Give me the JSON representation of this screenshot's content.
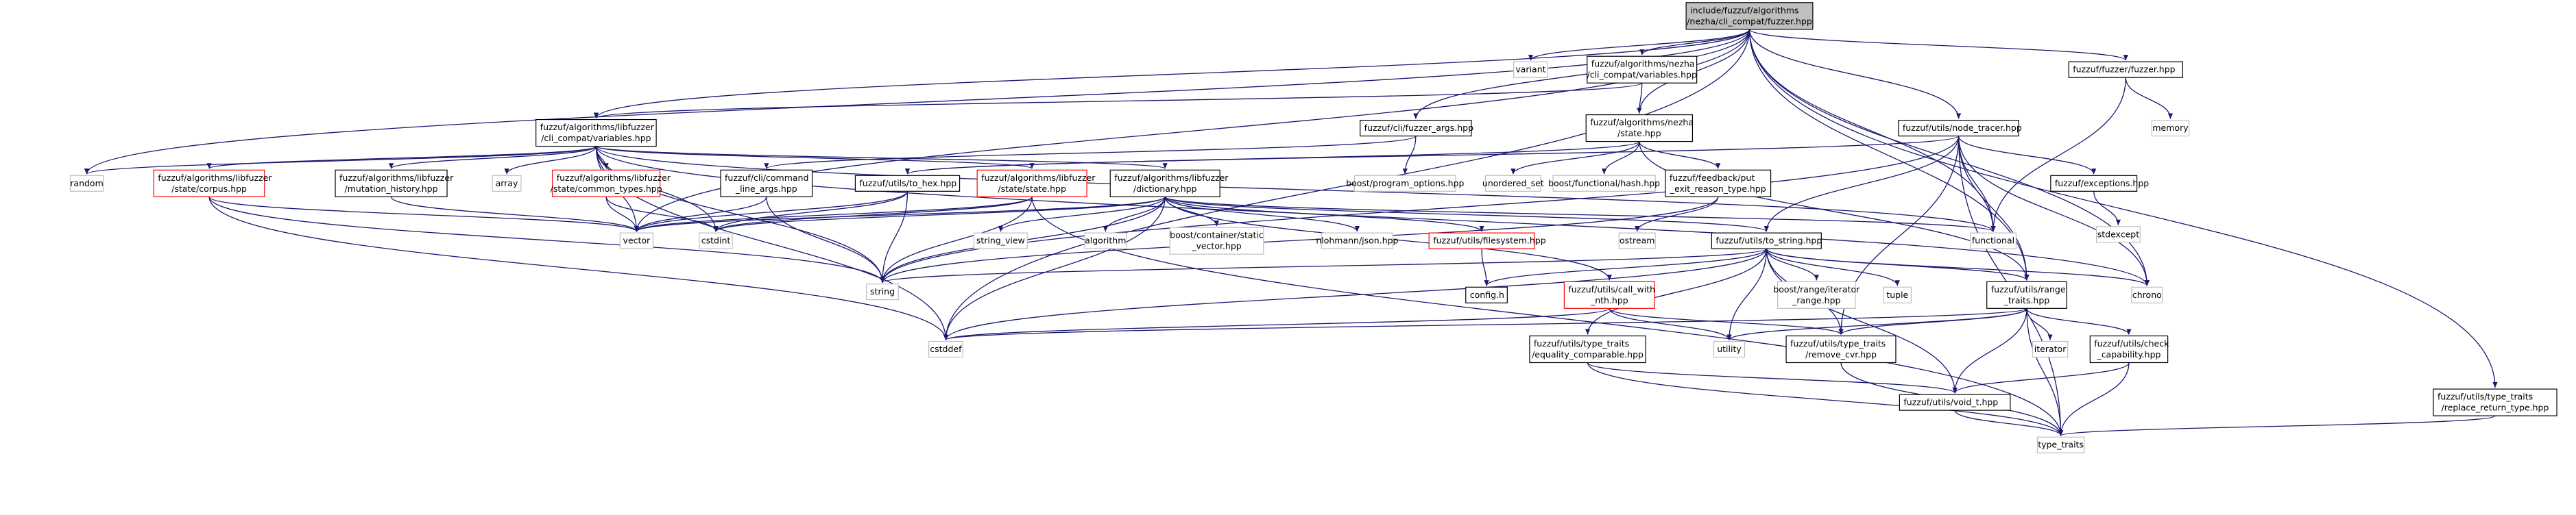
{
  "colors": {
    "edge": "#191970",
    "root_fill": "#bfbfbf",
    "node_border": "#000000",
    "external_border": "#bfbfbf",
    "undocumented_border": "#ff0000"
  },
  "nodes": {
    "root": {
      "label": [
        "include/fuzzuf/algorithms",
        "/nezha/cli_compat/fuzzer.hpp"
      ],
      "kind": "root"
    },
    "nezha_vars": {
      "label": [
        "fuzzuf/algorithms/nezha",
        "/cli_compat/variables.hpp"
      ],
      "kind": "doc"
    },
    "variant": {
      "label": [
        "variant"
      ],
      "kind": "ext"
    },
    "fuzzer_hpp": {
      "label": [
        "fuzzuf/fuzzer/fuzzer.hpp"
      ],
      "kind": "doc"
    },
    "memory": {
      "label": [
        "memory"
      ],
      "kind": "ext"
    },
    "lf_vars": {
      "label": [
        "fuzzuf/algorithms/libfuzzer",
        "/cli_compat/variables.hpp"
      ],
      "kind": "doc"
    },
    "fuzzer_args": {
      "label": [
        "fuzzuf/cli/fuzzer_args.hpp"
      ],
      "kind": "doc"
    },
    "nezha_state": {
      "label": [
        "fuzzuf/algorithms/nezha",
        "/state.hpp"
      ],
      "kind": "doc"
    },
    "node_tracer": {
      "label": [
        "fuzzuf/utils/node_tracer.hpp"
      ],
      "kind": "doc"
    },
    "random": {
      "label": [
        "random"
      ],
      "kind": "ext"
    },
    "lf_corpus": {
      "label": [
        "fuzzuf/algorithms/libfuzzer",
        "/state/corpus.hpp"
      ],
      "kind": "undoc"
    },
    "lf_mut_hist": {
      "label": [
        "fuzzuf/algorithms/libfuzzer",
        "/mutation_history.hpp"
      ],
      "kind": "doc"
    },
    "array": {
      "label": [
        "array"
      ],
      "kind": "ext"
    },
    "lf_common_types": {
      "label": [
        "fuzzuf/algorithms/libfuzzer",
        "/state/common_types.hpp"
      ],
      "kind": "undoc"
    },
    "cli_cmd_line": {
      "label": [
        "fuzzuf/cli/command",
        "_line_args.hpp"
      ],
      "kind": "doc"
    },
    "utils_to_hex": {
      "label": [
        "fuzzuf/utils/to_hex.hpp"
      ],
      "kind": "doc"
    },
    "lf_state": {
      "label": [
        "fuzzuf/algorithms/libfuzzer",
        "/state/state.hpp"
      ],
      "kind": "undoc"
    },
    "lf_dict": {
      "label": [
        "fuzzuf/algorithms/libfuzzer",
        "/dictionary.hpp"
      ],
      "kind": "doc"
    },
    "boost_po": {
      "label": [
        "boost/program_options.hpp"
      ],
      "kind": "ext"
    },
    "unordered_set": {
      "label": [
        "unordered_set"
      ],
      "kind": "ext"
    },
    "boost_hash": {
      "label": [
        "boost/functional/hash.hpp"
      ],
      "kind": "ext"
    },
    "feedback_put": {
      "label": [
        "fuzzuf/feedback/put",
        "_exit_reason_type.hpp"
      ],
      "kind": "doc"
    },
    "exceptions": {
      "label": [
        "fuzzuf/exceptions.hpp"
      ],
      "kind": "doc"
    },
    "stdexcept": {
      "label": [
        "stdexcept"
      ],
      "kind": "ext"
    },
    "vector": {
      "label": [
        "vector"
      ],
      "kind": "ext"
    },
    "cstdint": {
      "label": [
        "cstdint"
      ],
      "kind": "ext"
    },
    "string_view": {
      "label": [
        "string_view"
      ],
      "kind": "ext"
    },
    "algorithm": {
      "label": [
        "algorithm"
      ],
      "kind": "ext"
    },
    "boost_static_vec": {
      "label": [
        "boost/container/static",
        "_vector.hpp"
      ],
      "kind": "ext"
    },
    "nlohmann": {
      "label": [
        "nlohmann/json.hpp"
      ],
      "kind": "ext"
    },
    "utils_fs": {
      "label": [
        "fuzzuf/utils/filesystem.hpp"
      ],
      "kind": "undoc"
    },
    "ostream": {
      "label": [
        "ostream"
      ],
      "kind": "ext"
    },
    "functional": {
      "label": [
        "functional"
      ],
      "kind": "ext"
    },
    "to_string": {
      "label": [
        "fuzzuf/utils/to_string.hpp"
      ],
      "kind": "doc"
    },
    "string": {
      "label": [
        "string"
      ],
      "kind": "ext"
    },
    "config_h": {
      "label": [
        "config.h"
      ],
      "kind": "doc"
    },
    "call_with_nth": {
      "label": [
        "fuzzuf/utils/call_with",
        "_nth.hpp"
      ],
      "kind": "undoc"
    },
    "boost_range_iter": {
      "label": [
        "boost/range/iterator",
        "_range.hpp"
      ],
      "kind": "ext"
    },
    "tuple": {
      "label": [
        "tuple"
      ],
      "kind": "ext"
    },
    "range_traits": {
      "label": [
        "fuzzuf/utils/range",
        "_traits.hpp"
      ],
      "kind": "doc"
    },
    "chrono": {
      "label": [
        "chrono"
      ],
      "kind": "ext"
    },
    "cstddef": {
      "label": [
        "cstddef"
      ],
      "kind": "ext"
    },
    "eq_comparable": {
      "label": [
        "fuzzuf/utils/type_traits",
        "/equality_comparable.hpp"
      ],
      "kind": "doc"
    },
    "utility": {
      "label": [
        "utility"
      ],
      "kind": "ext"
    },
    "remove_cvr": {
      "label": [
        "fuzzuf/utils/type_traits",
        "/remove_cvr.hpp"
      ],
      "kind": "doc"
    },
    "iterator": {
      "label": [
        "iterator"
      ],
      "kind": "ext"
    },
    "check_cap": {
      "label": [
        "fuzzuf/utils/check",
        "_capability.hpp"
      ],
      "kind": "doc"
    },
    "void_t": {
      "label": [
        "fuzzuf/utils/void_t.hpp"
      ],
      "kind": "doc"
    },
    "type_traits": {
      "label": [
        "type_traits"
      ],
      "kind": "ext"
    },
    "replace_ret": {
      "label": [
        "fuzzuf/utils/type_traits",
        "/replace_return_type.hpp"
      ],
      "kind": "doc"
    }
  },
  "edges": [
    [
      "root",
      "nezha_vars"
    ],
    [
      "root",
      "variant"
    ],
    [
      "root",
      "fuzzer_hpp"
    ],
    [
      "root",
      "lf_vars"
    ],
    [
      "root",
      "fuzzer_args"
    ],
    [
      "root",
      "nezha_state"
    ],
    [
      "root",
      "node_tracer"
    ],
    [
      "root",
      "random"
    ],
    [
      "root",
      "vector"
    ],
    [
      "root",
      "cstddef"
    ],
    [
      "root",
      "functional"
    ],
    [
      "root",
      "range_traits"
    ],
    [
      "root",
      "chrono"
    ],
    [
      "root",
      "replace_ret"
    ],
    [
      "nezha_vars",
      "lf_vars"
    ],
    [
      "nezha_vars",
      "nezha_state"
    ],
    [
      "fuzzer_hpp",
      "memory"
    ],
    [
      "fuzzer_hpp",
      "functional"
    ],
    [
      "lf_vars",
      "random"
    ],
    [
      "lf_vars",
      "lf_corpus"
    ],
    [
      "lf_vars",
      "lf_mut_hist"
    ],
    [
      "lf_vars",
      "array"
    ],
    [
      "lf_vars",
      "lf_common_types"
    ],
    [
      "lf_vars",
      "lf_state"
    ],
    [
      "lf_vars",
      "lf_dict"
    ],
    [
      "lf_vars",
      "vector"
    ],
    [
      "lf_vars",
      "cstdint"
    ],
    [
      "lf_vars",
      "string"
    ],
    [
      "lf_vars",
      "cstddef"
    ],
    [
      "lf_vars",
      "functional"
    ],
    [
      "lf_vars",
      "chrono"
    ],
    [
      "fuzzer_args",
      "cli_cmd_line"
    ],
    [
      "fuzzer_args",
      "boost_po"
    ],
    [
      "nezha_state",
      "unordered_set"
    ],
    [
      "nezha_state",
      "boost_hash"
    ],
    [
      "nezha_state",
      "feedback_put"
    ],
    [
      "nezha_state",
      "utils_to_hex"
    ],
    [
      "nezha_state",
      "range_traits"
    ],
    [
      "node_tracer",
      "exceptions"
    ],
    [
      "node_tracer",
      "functional"
    ],
    [
      "node_tracer",
      "to_string"
    ],
    [
      "node_tracer",
      "string"
    ],
    [
      "node_tracer",
      "chrono"
    ],
    [
      "node_tracer",
      "type_traits"
    ],
    [
      "node_tracer",
      "remove_cvr"
    ],
    [
      "node_tracer",
      "utils_to_hex"
    ],
    [
      "node_tracer",
      "range_traits"
    ],
    [
      "lf_corpus",
      "vector"
    ],
    [
      "lf_corpus",
      "cstddef"
    ],
    [
      "lf_corpus",
      "string"
    ],
    [
      "lf_mut_hist",
      "vector"
    ],
    [
      "lf_common_types",
      "vector"
    ],
    [
      "lf_common_types",
      "cstdint"
    ],
    [
      "cli_cmd_line",
      "vector"
    ],
    [
      "cli_cmd_line",
      "string"
    ],
    [
      "utils_to_hex",
      "vector"
    ],
    [
      "utils_to_hex",
      "string"
    ],
    [
      "utils_to_hex",
      "cstdint"
    ],
    [
      "lf_state",
      "vector"
    ],
    [
      "lf_state",
      "cstdint"
    ],
    [
      "lf_state",
      "string"
    ],
    [
      "lf_state",
      "type_traits"
    ],
    [
      "lf_dict",
      "string_view"
    ],
    [
      "lf_dict",
      "algorithm"
    ],
    [
      "lf_dict",
      "boost_static_vec"
    ],
    [
      "lf_dict",
      "nlohmann"
    ],
    [
      "lf_dict",
      "utils_fs"
    ],
    [
      "lf_dict",
      "vector"
    ],
    [
      "lf_dict",
      "cstdint"
    ],
    [
      "lf_dict",
      "string"
    ],
    [
      "lf_dict",
      "cstddef"
    ],
    [
      "lf_dict",
      "to_string"
    ],
    [
      "lf_dict",
      "call_with_nth"
    ],
    [
      "lf_dict",
      "functional"
    ],
    [
      "feedback_put",
      "ostream"
    ],
    [
      "feedback_put",
      "string"
    ],
    [
      "exceptions",
      "stdexcept"
    ],
    [
      "utils_fs",
      "config_h"
    ],
    [
      "to_string",
      "boost_range_iter"
    ],
    [
      "to_string",
      "tuple"
    ],
    [
      "to_string",
      "range_traits"
    ],
    [
      "to_string",
      "chrono"
    ],
    [
      "to_string",
      "string"
    ],
    [
      "to_string",
      "config_h"
    ],
    [
      "to_string",
      "utility"
    ],
    [
      "to_string",
      "remove_cvr"
    ],
    [
      "to_string",
      "eq_comparable"
    ],
    [
      "to_string",
      "void_t"
    ],
    [
      "to_string",
      "cstddef"
    ],
    [
      "call_with_nth",
      "utility"
    ],
    [
      "call_with_nth",
      "remove_cvr"
    ],
    [
      "call_with_nth",
      "cstddef"
    ],
    [
      "range_traits",
      "iterator"
    ],
    [
      "range_traits",
      "check_cap"
    ],
    [
      "range_traits",
      "remove_cvr"
    ],
    [
      "range_traits",
      "void_t"
    ],
    [
      "range_traits",
      "type_traits"
    ],
    [
      "range_traits",
      "utility"
    ],
    [
      "range_traits",
      "cstddef"
    ],
    [
      "eq_comparable",
      "void_t"
    ],
    [
      "eq_comparable",
      "type_traits"
    ],
    [
      "remove_cvr",
      "type_traits"
    ],
    [
      "check_cap",
      "void_t"
    ],
    [
      "check_cap",
      "type_traits"
    ],
    [
      "void_t",
      "type_traits"
    ],
    [
      "replace_ret",
      "type_traits"
    ]
  ]
}
